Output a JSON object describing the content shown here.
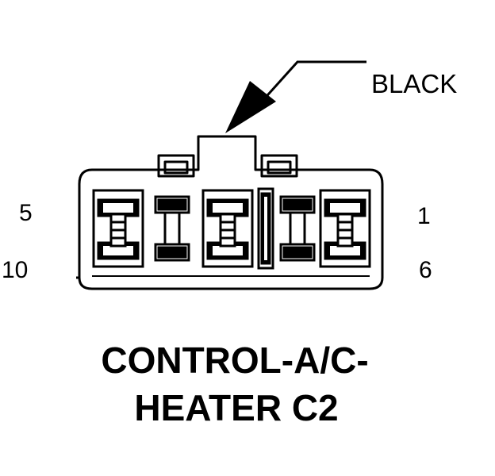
{
  "connector": {
    "color_callout": "BLACK",
    "pin_labels": {
      "top_left": "5",
      "bottom_left": "10",
      "top_right": "1",
      "bottom_right": "6"
    },
    "caption_line1": "CONTROL-A/C-",
    "caption_line2": "HEATER C2"
  },
  "colors": {
    "ink": "#000000",
    "paper": "#ffffff"
  }
}
